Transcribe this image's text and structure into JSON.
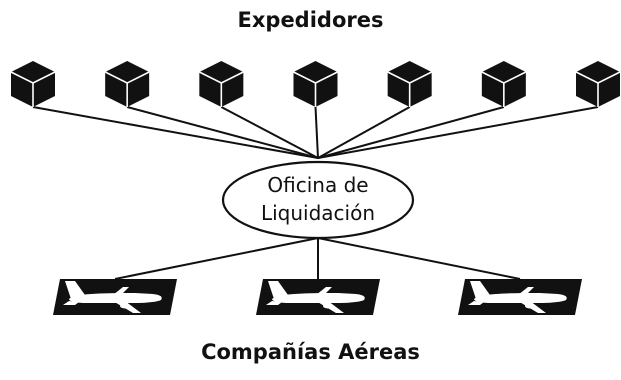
{
  "diagram": {
    "top_group": {
      "label": "Expedidores",
      "count": 7,
      "icon": "cube-icon"
    },
    "hub": {
      "line1": "Oficina de",
      "line2": "Liquidación"
    },
    "bottom_group": {
      "label": "Compañías Aéreas",
      "count": 3,
      "icon": "airplane-icon"
    },
    "colors": {
      "ink": "#111111",
      "background": "#ffffff"
    }
  }
}
